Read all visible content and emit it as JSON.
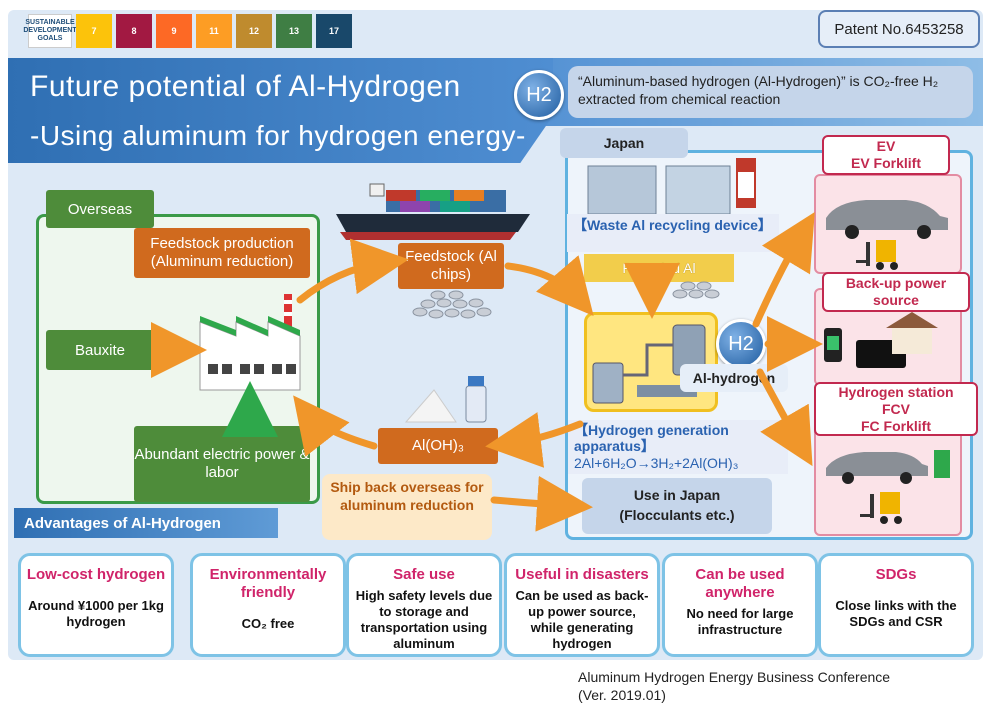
{
  "header": {
    "title_line1": "Future potential of  Al-Hydrogen",
    "title_line2": "-Using aluminum for hydrogen energy-",
    "patent": "Patent No.6453258",
    "definition": "“Aluminum-based hydrogen (Al-Hydrogen)” is CO₂-free H₂ extracted from chemical reaction",
    "h2_badge": "H2",
    "sdg_logo": "SUSTAINABLE DEVELOPMENT GOALS",
    "sdg_numbers": [
      "7",
      "8",
      "9",
      "11",
      "12",
      "13",
      "17"
    ]
  },
  "overseas": {
    "label": "Overseas",
    "feedstock_production": "Feedstock production (Aluminum reduction)",
    "bauxite": "Bauxite",
    "power": "Abundant electric power & labor"
  },
  "flow": {
    "feedstock": "Feedstock (Al chips)",
    "al_oh3": "Al(OH)₃",
    "ship_back": "Ship back overseas for aluminum reduction"
  },
  "japan": {
    "label": "Japan",
    "waste_device": "【Waste Al recycling device】",
    "recycled_al": "Recycled Al",
    "h2_badge": "H2",
    "al_hydrogen": "Al-hydrogen",
    "apparatus": "【Hydrogen generation apparatus】",
    "formula": "2Al+6H₂O→3H₂+2Al(OH)₃",
    "use_in_japan_line1": "Use in Japan",
    "use_in_japan_line2": "(Flocculants etc.)",
    "ev_line1": "EV",
    "ev_line2": "EV Forklift",
    "backup": "Back-up power source",
    "hs_line1": "Hydrogen station",
    "hs_line2": "FCV",
    "hs_line3": "FC Forklift"
  },
  "advantages": {
    "label": "Advantages of Al-Hydrogen",
    "cards": [
      {
        "title": "Low-cost hydrogen",
        "desc": "Around ¥1000 per 1kg hydrogen"
      },
      {
        "title": "Environmentally friendly",
        "desc": "CO₂ free"
      },
      {
        "title": "Safe use",
        "desc": "High safety levels due to storage and transportation using aluminum"
      },
      {
        "title": "Useful in disasters",
        "desc": "Can be used as back-up power source, while generating hydrogen"
      },
      {
        "title": "Can be used anywhere",
        "desc": "No need for large infrastructure"
      },
      {
        "title": "SDGs",
        "desc": "Close links with the SDGs and CSR"
      }
    ]
  },
  "footer": {
    "line1": "Aluminum Hydrogen Energy Business Conference",
    "line2": "(Ver. 2019.01)"
  },
  "colors": {
    "accent_blue": "#2f6fb3",
    "overseas_green": "#4e8c3a",
    "flow_orange": "#d06a1e",
    "arrow_orange": "#f0962a",
    "highlight_pink": "#d0246a"
  }
}
